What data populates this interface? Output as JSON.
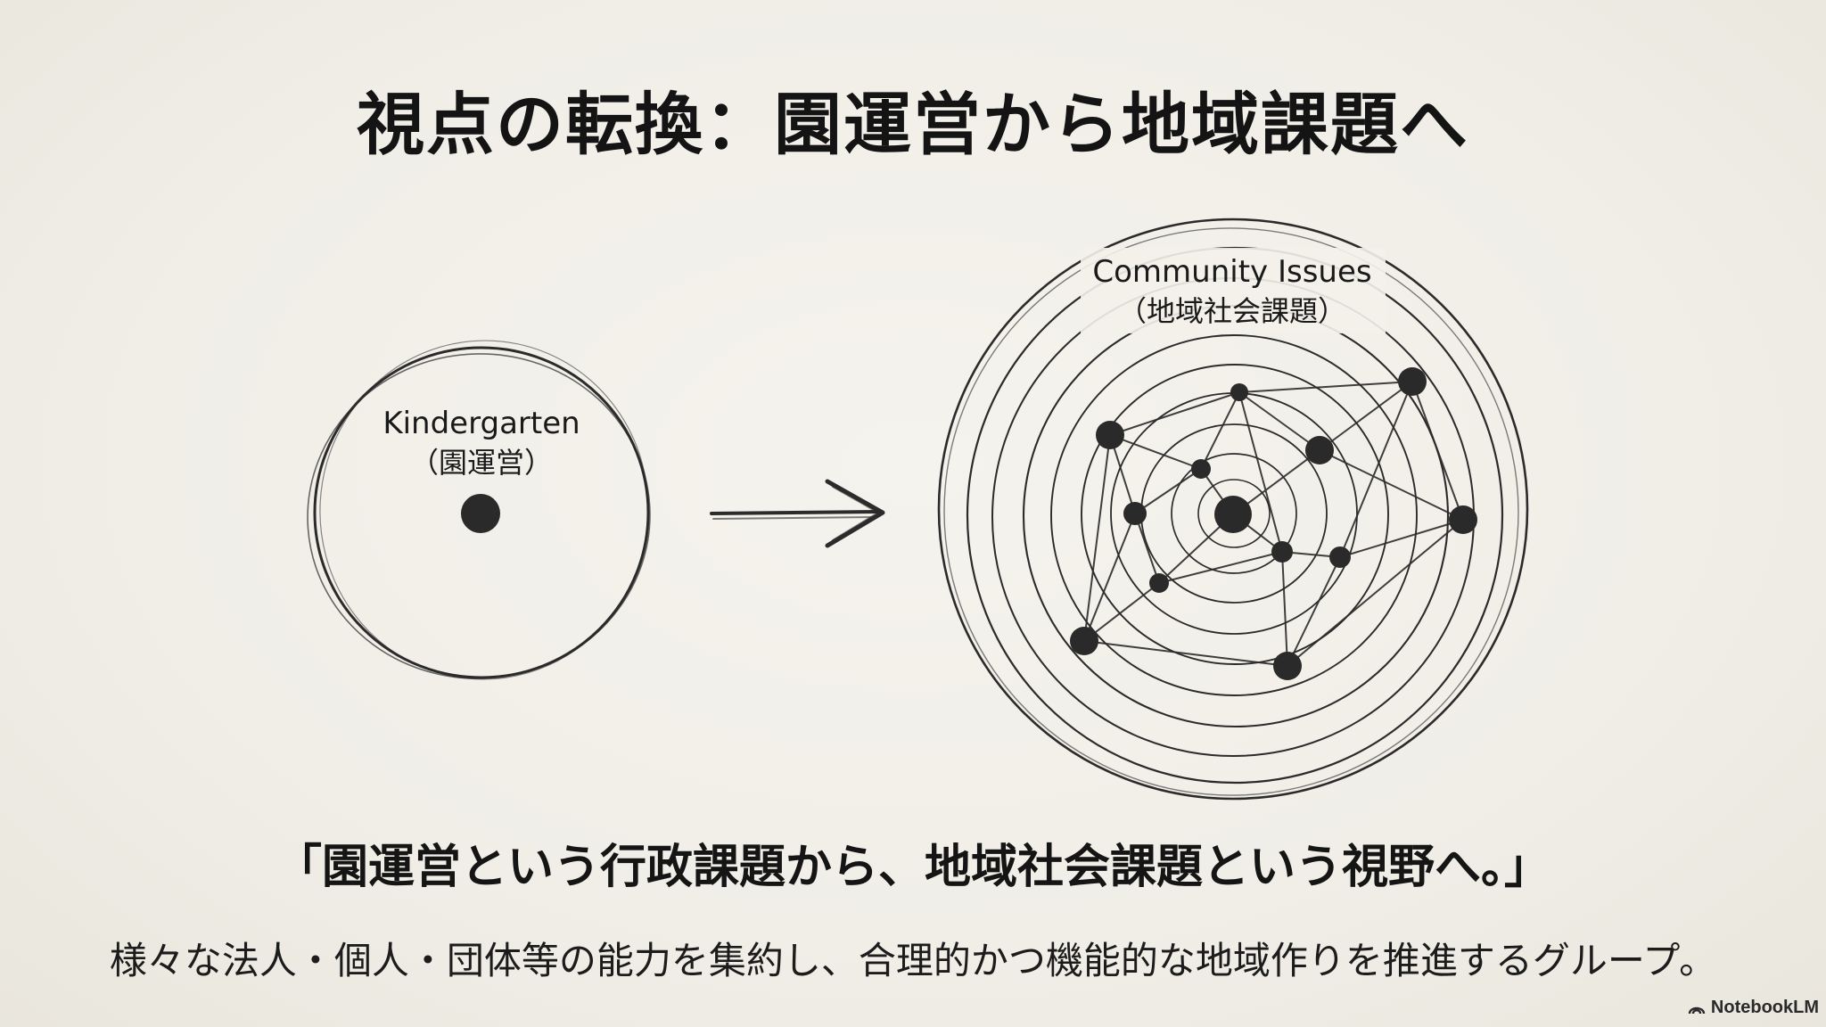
{
  "title": "視点の転換：園運営から地域課題へ",
  "left_circle": {
    "label": "Kindergarten",
    "sublabel": "（園運営）"
  },
  "right_circle": {
    "label": "Community Issues",
    "sublabel": "（地域社会課題）"
  },
  "quote": "「園運営という行政課題から、地域社会課題という視野へ。」",
  "subtext": "様々な法人・個人・団体等の能力を集約し、合理的かつ機能的な地域作りを推進するグループ。",
  "brand": {
    "name": "NotebookLM",
    "icon": "notebooklm-logo-icon"
  },
  "colors": {
    "background": "#f1efe8",
    "ink": "#1c1c1c"
  }
}
